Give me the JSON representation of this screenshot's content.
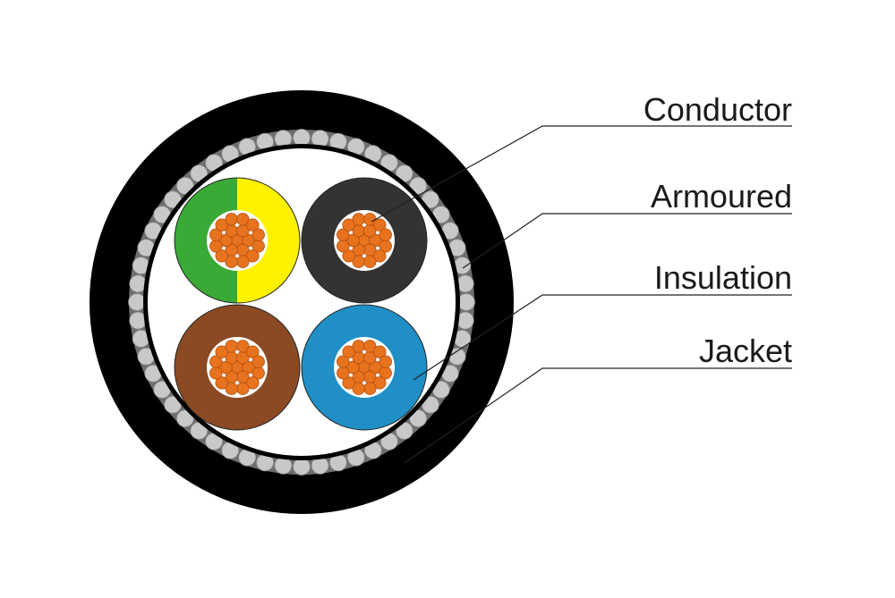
{
  "labels": {
    "conductor": "Conductor",
    "armoured": "Armoured",
    "insulation": "Insulation",
    "jacket": "Jacket"
  },
  "colors": {
    "jacket": "#000000",
    "armour_bead": "#c8c8c8",
    "armour_band": "#6e6e6e",
    "filler": "#ffffff",
    "copper": "#e8731e",
    "copper_edge": "#b24d0c",
    "insulation_green": "#3aa935",
    "insulation_yellow": "#fff200",
    "insulation_black": "#333333",
    "insulation_brown": "#8b4a23",
    "insulation_blue": "#1f8fc6",
    "leader_line": "#222222"
  },
  "cores": [
    {
      "name": "green-yellow-core",
      "colors": [
        "insulation_green",
        "insulation_yellow"
      ]
    },
    {
      "name": "black-core",
      "colors": [
        "insulation_black"
      ]
    },
    {
      "name": "brown-core",
      "colors": [
        "insulation_brown"
      ]
    },
    {
      "name": "blue-core",
      "colors": [
        "insulation_blue"
      ]
    }
  ]
}
